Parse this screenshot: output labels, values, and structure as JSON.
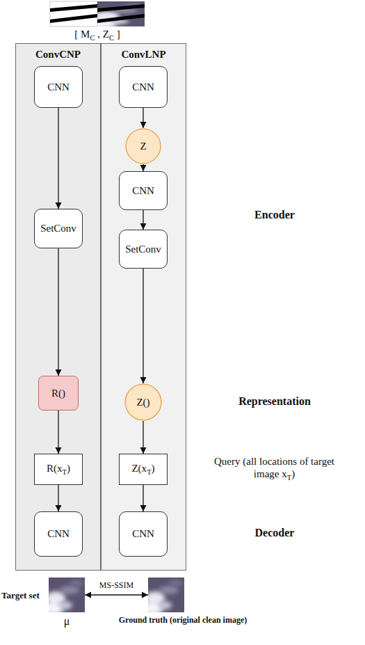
{
  "diagram": {
    "nodes": [
      {
        "text": [
          "ConvCNP"
        ]
      },
      {
        "text": [
          "CNN"
        ],
        "in": 0
      },
      {
        "text": [
          "SetConv"
        ],
        "in": 0
      },
      {
        "text": [
          "R()"
        ],
        "in": 0
      },
      {
        "text": [
          "R(x",
          "T",
          ")"
        ],
        "in": 0
      },
      {
        "text": [
          "CNN"
        ],
        "in": 0
      },
      {
        "text": [
          "ConvLNP"
        ]
      },
      {
        "text": [
          "CNN"
        ],
        "in": 6
      },
      {
        "text": [
          "Z"
        ],
        "in": 6
      },
      {
        "text": [
          "CNN"
        ],
        "in": 6
      },
      {
        "text": [
          "SetConv"
        ],
        "in": 6
      },
      {
        "text": [
          "Z()"
        ],
        "in": 6
      },
      {
        "text": [
          "Z(x",
          "T",
          ")"
        ],
        "in": 6
      },
      {
        "text": [
          "CNN"
        ],
        "in": 6
      },
      {
        "text": [
          "μ"
        ]
      },
      {
        "text": [
          "Ground truth (original clean image)"
        ]
      }
    ],
    "edges": [
      {
        "from": 1,
        "to": 2,
        "arrow": "to"
      },
      {
        "from": 2,
        "to": 3,
        "arrow": "to"
      },
      {
        "from": 3,
        "to": 4,
        "arrow": "to"
      },
      {
        "from": 4,
        "to": 5,
        "arrow": "to"
      },
      {
        "from": 7,
        "to": 8,
        "arrow": "to"
      },
      {
        "from": 8,
        "to": 9,
        "arrow": "to"
      },
      {
        "from": 9,
        "to": 10,
        "arrow": "to"
      },
      {
        "from": 10,
        "to": 11,
        "arrow": "to"
      },
      {
        "from": 11,
        "to": 12,
        "arrow": "to"
      },
      {
        "from": 12,
        "to": 13,
        "arrow": "to"
      },
      {
        "from": 14,
        "to": 15,
        "label": "MS-SSIM",
        "arrow": "both"
      }
    ],
    "labels": [
      "[ M",
      "C",
      " , Z",
      "C",
      " ]",
      "Encoder",
      "Representation",
      "Query (all locations of target image x",
      "T",
      ")",
      "Decoder",
      "Target set"
    ]
  }
}
